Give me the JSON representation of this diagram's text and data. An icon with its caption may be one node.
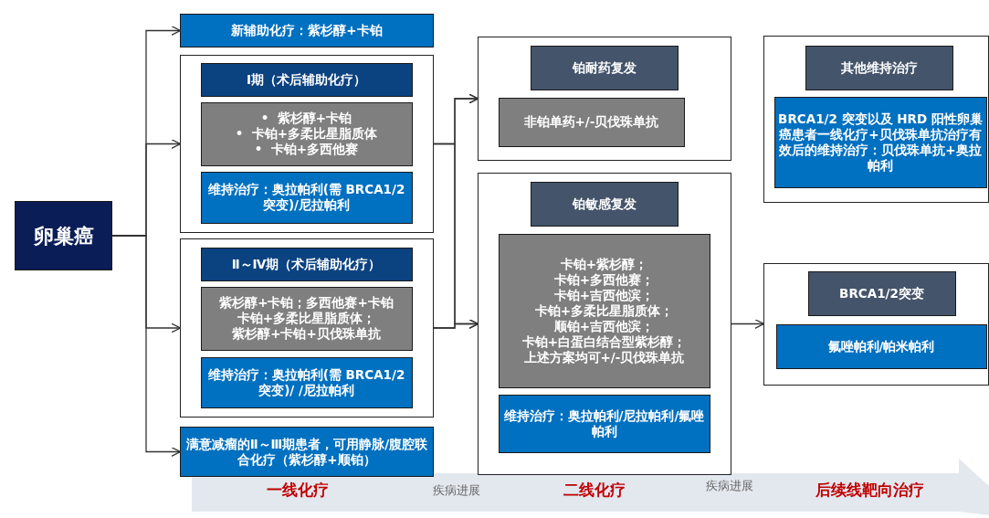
{
  "diagram": {
    "nodes": [
      {
        "text": [
          "卵巢癌"
        ]
      },
      {
        "text": [
          "新辅助化疗：紫杉醇+卡铂"
        ]
      },
      {
        "text": [],
        "shape": "box"
      },
      {
        "text": [
          "Ⅰ期（术后辅助化疗）"
        ],
        "in": 2
      },
      {
        "text": [
          "•  紫杉醇+卡铂",
          "•  卡铂+多柔比星脂质体",
          "•  卡铂+多西他赛"
        ],
        "in": 2
      },
      {
        "text": [
          "维持治疗：奥拉帕利(需 BRCA1/2 突变)/尼拉帕利"
        ],
        "in": 2
      },
      {
        "text": [],
        "shape": "box"
      },
      {
        "text": [
          "Ⅱ～Ⅳ期（术后辅助化疗）"
        ],
        "in": 6
      },
      {
        "text": [
          "紫杉醇+卡铂；多西他赛+卡铂",
          "卡铂+多柔比星脂质体；",
          "紫杉醇+卡铂+贝伐珠单抗"
        ],
        "in": 6
      },
      {
        "text": [
          "维持治疗：奥拉帕利(需 BRCA1/2 突变)/ /尼拉帕利"
        ],
        "in": 6
      },
      {
        "text": [
          "满意减瘤的Ⅱ～Ⅲ期患者，可用静脉/腹腔联合化疗（紫杉醇+顺铂）"
        ]
      },
      {
        "text": [],
        "shape": "box"
      },
      {
        "text": [
          "铂耐药复发"
        ],
        "in": 11
      },
      {
        "text": [
          "非铂单药+/-贝伐珠单抗"
        ],
        "in": 11
      },
      {
        "text": [],
        "shape": "box"
      },
      {
        "text": [
          "铂敏感复发"
        ],
        "in": 14
      },
      {
        "text": [
          "卡铂+紫杉醇；",
          "卡铂+多西他赛；",
          "卡铂+吉西他滨；",
          "卡铂+多柔比星脂质体；",
          "顺铂+吉西他滨；",
          "卡铂+白蛋白结合型紫杉醇；",
          "上述方案均可+/-贝伐珠单抗"
        ],
        "in": 14
      },
      {
        "text": [
          "维持治疗：奥拉帕利/尼拉帕利/氟唑帕利"
        ],
        "in": 14
      },
      {
        "text": [],
        "shape": "box"
      },
      {
        "text": [
          "其他维持治疗"
        ],
        "in": 18
      },
      {
        "text": [
          "BRCA1/2 突变以及 HRD 阳性卵巢癌患者一线化疗+贝伐珠单抗治疗有效后的维持治疗：贝伐珠单抗+奥拉帕利"
        ],
        "in": 18
      },
      {
        "text": [],
        "shape": "box"
      },
      {
        "text": [
          "BRCA1/2突变"
        ],
        "in": 21
      },
      {
        "text": [
          "氟唑帕利/帕米帕利"
        ],
        "in": 21
      }
    ],
    "edges": [
      {
        "from": 0,
        "to": 1,
        "arrow": "to"
      },
      {
        "from": 0,
        "to": 2,
        "arrow": "to"
      },
      {
        "from": 0,
        "to": 6,
        "arrow": "to"
      },
      {
        "from": 0,
        "to": 10,
        "arrow": "to"
      },
      {
        "from": 2,
        "to": 11,
        "arrow": "to"
      },
      {
        "from": 2,
        "to": 14,
        "arrow": "to"
      },
      {
        "from": 6,
        "to": 11,
        "arrow": "to"
      },
      {
        "from": 6,
        "to": 14,
        "arrow": "to"
      },
      {
        "from": 14,
        "to": 21,
        "arrow": "to"
      }
    ],
    "labels": [
      "一线化疗",
      "疾病进展",
      "二线化疗",
      "疾病进展",
      "后续线靶向治疗"
    ]
  }
}
